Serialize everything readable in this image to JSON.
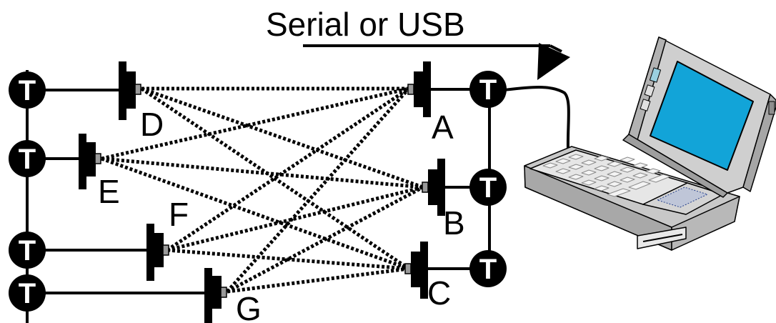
{
  "title": "Serial or USB",
  "tee_label": "T",
  "devices": {
    "A": "A",
    "B": "B",
    "C": "C",
    "D": "D",
    "E": "E",
    "F": "F",
    "G": "G"
  }
}
